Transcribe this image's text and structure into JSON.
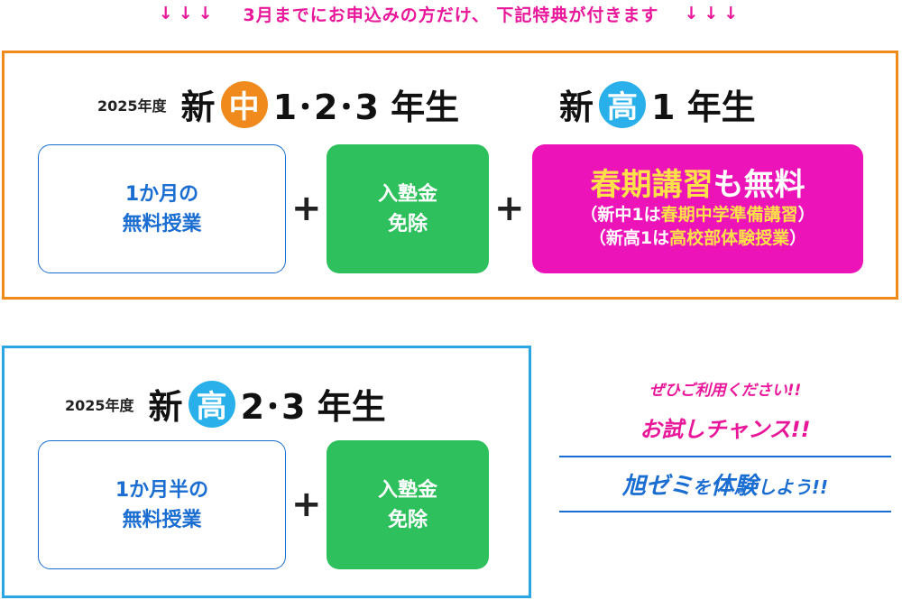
{
  "top_banner": {
    "arrows_left": "↓↓↓",
    "text": "3月までにお申込みの方だけ、 下記特典が付きます",
    "arrows_right": "↓↓↓"
  },
  "section1": {
    "year_label": "2025年度",
    "new_1": "新",
    "circle_1": "中",
    "grades_1": "1･2･3 年生",
    "new_2": "新",
    "circle_2": "高",
    "grades_2": "1 年生",
    "card_free_line1": "1か月の",
    "card_free_line2": "無料授業",
    "plus": "+",
    "card_fee_line1": "入塾金",
    "card_fee_line2": "免除",
    "card_spring_title_a": "春期講習",
    "card_spring_title_b": "も無料",
    "card_spring_sub1_a": "（新中1は",
    "card_spring_sub1_b": "春期中学準備講習",
    "card_spring_sub1_c": "）",
    "card_spring_sub2_a": "（新高1は",
    "card_spring_sub2_b": "高校部体験授業",
    "card_spring_sub2_c": "）"
  },
  "section2": {
    "year_label": "2025年度",
    "new": "新",
    "circle": "高",
    "grades": "2･3 年生",
    "card_free_line1": "1か月半の",
    "card_free_line2": "無料授業",
    "plus": "+",
    "card_fee_line1": "入塾金",
    "card_fee_line2": "免除"
  },
  "side": {
    "line1": "ぜひご利用ください!!",
    "line2": "お試しチャンス!!",
    "line3_a": "旭ゼミ",
    "line3_b": "を",
    "line3_c": "体験",
    "line3_d": "しよう!!"
  },
  "colors": {
    "orange": "#f08a1c",
    "blue": "#29b0ea",
    "magenta": "#ec14b8",
    "green": "#2ec05c",
    "text_blue": "#1a6dd1",
    "pink_text": "#e8179a"
  }
}
